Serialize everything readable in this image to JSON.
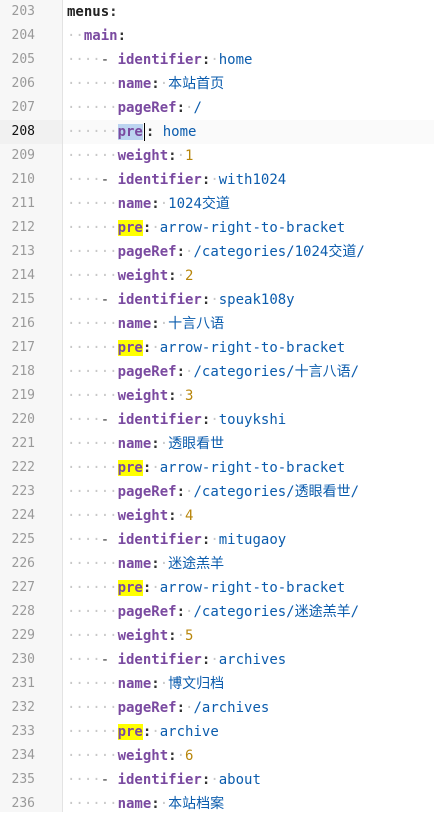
{
  "editor": {
    "lines": [
      {
        "no": "203",
        "indent": 0,
        "dash": false,
        "key": "menus",
        "val": "",
        "vt": "s"
      },
      {
        "no": "204",
        "indent": 2,
        "dash": false,
        "key": "main",
        "val": "",
        "vt": "s"
      },
      {
        "no": "205",
        "indent": 4,
        "dash": true,
        "key": "identifier",
        "val": "home",
        "vt": "s"
      },
      {
        "no": "206",
        "indent": 6,
        "dash": false,
        "key": "name",
        "val": "本站首页",
        "vt": "s"
      },
      {
        "no": "207",
        "indent": 6,
        "dash": false,
        "key": "pageRef",
        "val": "/",
        "vt": "s"
      },
      {
        "no": "208",
        "indent": 6,
        "dash": false,
        "key": "pre",
        "val": "home",
        "vt": "s",
        "hl": "blue",
        "current": true
      },
      {
        "no": "209",
        "indent": 6,
        "dash": false,
        "key": "weight",
        "val": "1",
        "vt": "n"
      },
      {
        "no": "210",
        "indent": 4,
        "dash": true,
        "key": "identifier",
        "val": "with1024",
        "vt": "s"
      },
      {
        "no": "211",
        "indent": 6,
        "dash": false,
        "key": "name",
        "val": "1024交道",
        "vt": "s"
      },
      {
        "no": "212",
        "indent": 6,
        "dash": false,
        "key": "pre",
        "val": "arrow-right-to-bracket",
        "vt": "s",
        "hl": "yellow"
      },
      {
        "no": "213",
        "indent": 6,
        "dash": false,
        "key": "pageRef",
        "val": "/categories/1024交道/",
        "vt": "s"
      },
      {
        "no": "214",
        "indent": 6,
        "dash": false,
        "key": "weight",
        "val": "2",
        "vt": "n"
      },
      {
        "no": "215",
        "indent": 4,
        "dash": true,
        "key": "identifier",
        "val": "speak108y",
        "vt": "s"
      },
      {
        "no": "216",
        "indent": 6,
        "dash": false,
        "key": "name",
        "val": "十言八语",
        "vt": "s"
      },
      {
        "no": "217",
        "indent": 6,
        "dash": false,
        "key": "pre",
        "val": "arrow-right-to-bracket",
        "vt": "s",
        "hl": "yellow"
      },
      {
        "no": "218",
        "indent": 6,
        "dash": false,
        "key": "pageRef",
        "val": "/categories/十言八语/",
        "vt": "s"
      },
      {
        "no": "219",
        "indent": 6,
        "dash": false,
        "key": "weight",
        "val": "3",
        "vt": "n"
      },
      {
        "no": "220",
        "indent": 4,
        "dash": true,
        "key": "identifier",
        "val": "touykshi",
        "vt": "s"
      },
      {
        "no": "221",
        "indent": 6,
        "dash": false,
        "key": "name",
        "val": "透眼看世",
        "vt": "s"
      },
      {
        "no": "222",
        "indent": 6,
        "dash": false,
        "key": "pre",
        "val": "arrow-right-to-bracket",
        "vt": "s",
        "hl": "yellow"
      },
      {
        "no": "223",
        "indent": 6,
        "dash": false,
        "key": "pageRef",
        "val": "/categories/透眼看世/",
        "vt": "s"
      },
      {
        "no": "224",
        "indent": 6,
        "dash": false,
        "key": "weight",
        "val": "4",
        "vt": "n"
      },
      {
        "no": "225",
        "indent": 4,
        "dash": true,
        "key": "identifier",
        "val": "mitugaoy",
        "vt": "s"
      },
      {
        "no": "226",
        "indent": 6,
        "dash": false,
        "key": "name",
        "val": "迷途羔羊",
        "vt": "s"
      },
      {
        "no": "227",
        "indent": 6,
        "dash": false,
        "key": "pre",
        "val": "arrow-right-to-bracket",
        "vt": "s",
        "hl": "yellow"
      },
      {
        "no": "228",
        "indent": 6,
        "dash": false,
        "key": "pageRef",
        "val": "/categories/迷途羔羊/",
        "vt": "s"
      },
      {
        "no": "229",
        "indent": 6,
        "dash": false,
        "key": "weight",
        "val": "5",
        "vt": "n"
      },
      {
        "no": "230",
        "indent": 4,
        "dash": true,
        "key": "identifier",
        "val": "archives",
        "vt": "s"
      },
      {
        "no": "231",
        "indent": 6,
        "dash": false,
        "key": "name",
        "val": "博文归档",
        "vt": "s"
      },
      {
        "no": "232",
        "indent": 6,
        "dash": false,
        "key": "pageRef",
        "val": "/archives",
        "vt": "s"
      },
      {
        "no": "233",
        "indent": 6,
        "dash": false,
        "key": "pre",
        "val": "archive",
        "vt": "s",
        "hl": "yellow"
      },
      {
        "no": "234",
        "indent": 6,
        "dash": false,
        "key": "weight",
        "val": "6",
        "vt": "n"
      },
      {
        "no": "235",
        "indent": 4,
        "dash": true,
        "key": "identifier",
        "val": "about",
        "vt": "s"
      },
      {
        "no": "236",
        "indent": 6,
        "dash": false,
        "key": "name",
        "val": "本站档案",
        "vt": "s"
      }
    ]
  }
}
